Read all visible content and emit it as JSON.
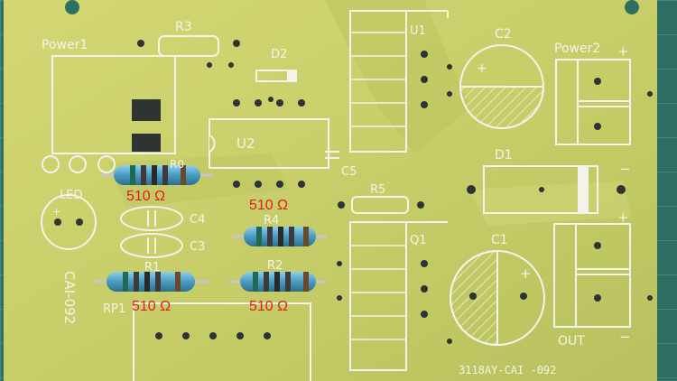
{
  "scene": {
    "colors": {
      "mat": "#2f6f62",
      "board": "#c9cf6c",
      "board_shade": "#b7c25e",
      "silk": "#f4f3ea",
      "annotation": "#e21d1d",
      "resistor_body": "#4f9fc5"
    },
    "silkscreen": {
      "power1": "Power1",
      "power2": "Power2",
      "r3": "R3",
      "d2": "D2",
      "u1": "U1",
      "u2": "U2",
      "c2": "C2",
      "c5": "C5",
      "r5": "R5",
      "d1": "D1",
      "r0": "R0",
      "led": "LED",
      "c4": "C4",
      "c3": "C3",
      "r4": "R4",
      "r2": "R2",
      "r1": "R1",
      "rp1": "RP1",
      "q1": "Q1",
      "c1": "C1",
      "out": "OUT",
      "board_code_left": "CAI-092",
      "board_code_bottom": "3118AY-CAI -092",
      "plus": "+",
      "minus": "−"
    },
    "annotations": {
      "r0_value": "510 Ω",
      "r4_value": "510 Ω",
      "r1_value": "510 Ω",
      "r2_value": "510 Ω"
    }
  }
}
